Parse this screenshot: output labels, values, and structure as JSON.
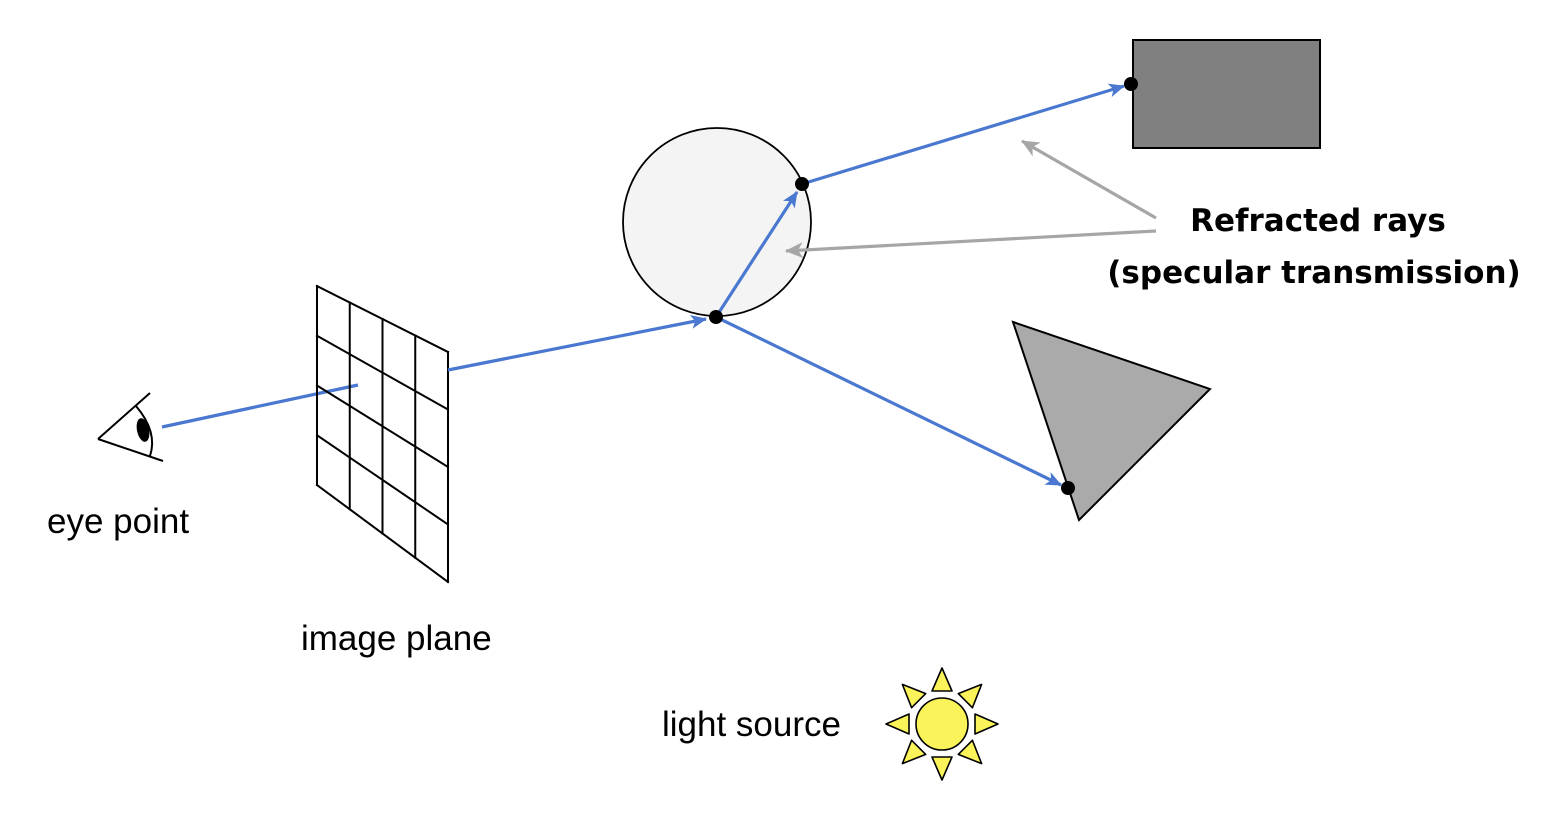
{
  "diagram": {
    "title": "Ray tracing: refracted rays",
    "labels": {
      "eye_point": "eye point",
      "image_plane": "image plane",
      "light_source": "light source",
      "callout_line1": "Refracted rays",
      "callout_line2": "(specular transmission)"
    },
    "image_plane_grid": {
      "columns": 4,
      "rows": 4
    },
    "colors": {
      "ray": "#4a78d0",
      "callout_arrow": "#a6a6a6",
      "sphere_fill": "#f4f4f4",
      "rectangle_fill": "#808080",
      "triangle_fill": "#aaaaaa",
      "sun_fill": "#fbf35a",
      "intersection_point": "#000000"
    },
    "objects": [
      "eye",
      "image plane",
      "sphere",
      "rectangle",
      "triangle",
      "light source"
    ],
    "rays": [
      {
        "from": "eye",
        "to": "sphere (entry)"
      },
      {
        "from": "sphere (entry)",
        "to": "sphere (exit)",
        "kind": "refracted"
      },
      {
        "from": "sphere (exit)",
        "to": "rectangle",
        "kind": "refracted"
      },
      {
        "from": "sphere (entry)",
        "to": "triangle",
        "kind": "reflected"
      }
    ],
    "callout_targets": [
      "refracted ray inside sphere",
      "refracted ray toward rectangle"
    ]
  }
}
